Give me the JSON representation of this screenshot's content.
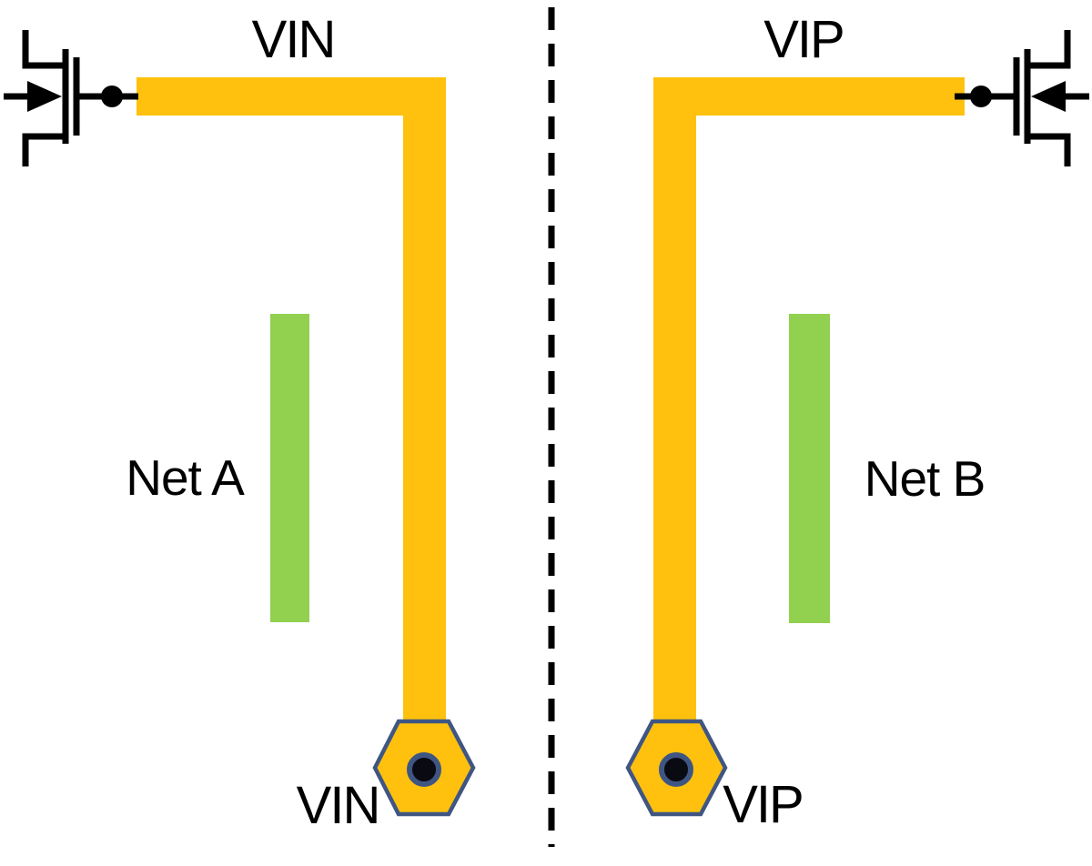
{
  "colors": {
    "background": "#FFFFFF",
    "trace": "#FFC10E",
    "coupling": "#92D050",
    "pad_outline": "#3F5683",
    "via": "#0A0A12",
    "symbol": "#000000"
  },
  "diagram": {
    "left": {
      "trace_label": "VIN",
      "pad_label": "VIN",
      "coupling_label": "Net A",
      "device_icon": "mosfet-icon",
      "pad_icon": "hex-via-pad-icon"
    },
    "right": {
      "trace_label": "VIP",
      "pad_label": "VIP",
      "coupling_label": "Net B",
      "device_icon": "mosfet-icon",
      "pad_icon": "hex-via-pad-icon"
    },
    "center_icon": "symmetry-axis-dashed-line"
  }
}
